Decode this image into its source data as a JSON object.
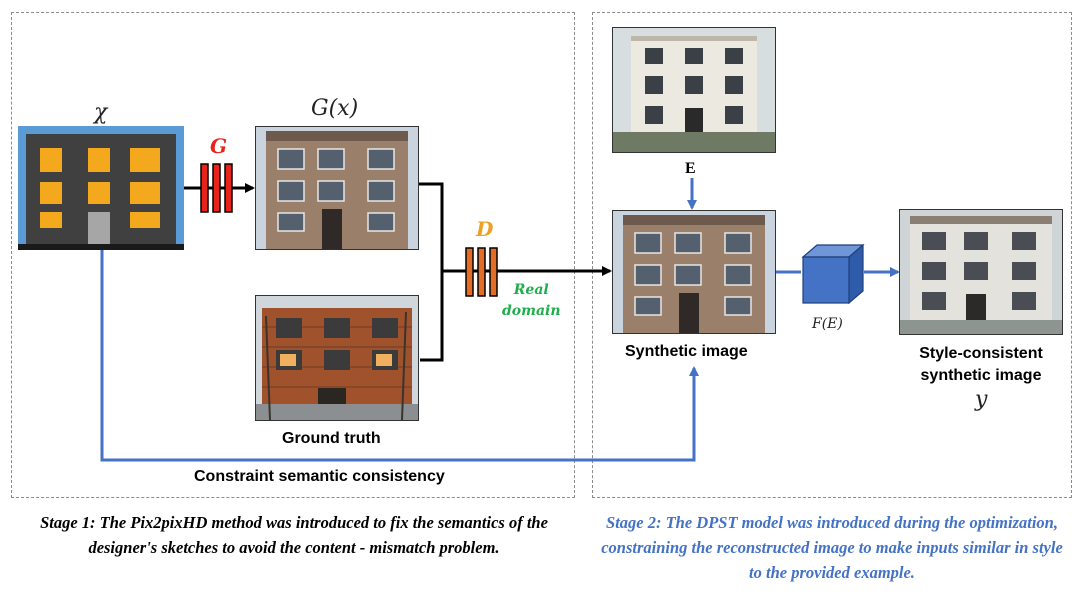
{
  "stage1": {
    "input_symbol": "χ",
    "generator_label": "G",
    "generated_label": "G(x)",
    "discriminator_label": "D",
    "real_domain_label": "Real\ndomain",
    "ground_truth_label": "Ground truth",
    "constraint_label": "Constraint semantic consistency",
    "caption": "Stage 1: The Pix2pixHD method was introduced to fix the semantics of the designer's sketches to avoid the content  - mismatch problem."
  },
  "stage2": {
    "encoder_label": "E",
    "synthetic_label": "Synthetic image",
    "feature_label": "F(E)",
    "output_label": "Style-consistent synthetic image",
    "output_symbol": "y",
    "caption": "Stage 2: The DPST model was introduced during the optimization, constraining the reconstructed image to make inputs similar in style to the provided example."
  },
  "colors": {
    "generator": "#e8231c",
    "discriminator": "#f0a020",
    "real_domain": "#1fae4b",
    "flow_blue": "#4472c4",
    "caption2": "#4472c4"
  }
}
